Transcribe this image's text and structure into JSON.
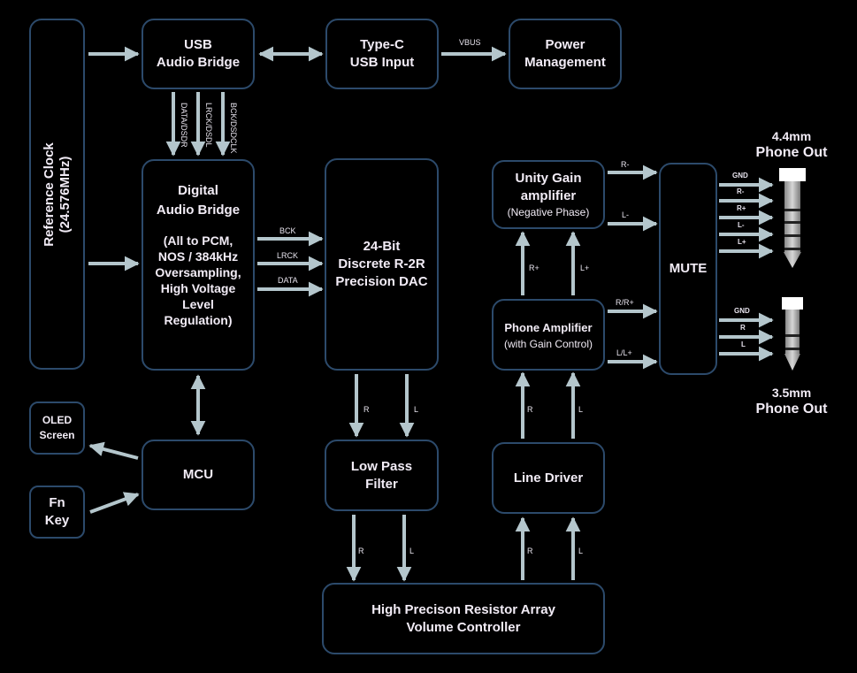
{
  "blocks": {
    "reference_clock": {
      "title": "Reference Clock",
      "sub": "(24.576MHz)"
    },
    "usb_audio_bridge": {
      "line1": "USB",
      "line2": "Audio Bridge"
    },
    "type_c": {
      "line1": "Type-C",
      "line2": "USB Input"
    },
    "power_mgmt": {
      "line1": "Power",
      "line2": "Management"
    },
    "digital_audio_bridge": {
      "line1": "Digital",
      "line2": "Audio Bridge",
      "note": [
        "(All to PCM,",
        "NOS / 384kHz",
        "Oversampling,",
        "High Voltage",
        "Level",
        "Regulation)"
      ]
    },
    "dac": {
      "line1": "24-Bit",
      "line2": "Discrete R-2R",
      "line3": "Precision DAC"
    },
    "unity_gain": {
      "line1": "Unity Gain",
      "line2": "amplifier",
      "sub": "(Negative Phase)"
    },
    "phone_amp": {
      "line1": "Phone Amplifier",
      "sub": "(with Gain Control)"
    },
    "mute": {
      "label": "MUTE"
    },
    "oled": {
      "line1": "OLED",
      "line2": "Screen"
    },
    "fn_key": {
      "line1": "Fn",
      "line2": "Key"
    },
    "mcu": {
      "label": "MCU"
    },
    "lpf": {
      "line1": "Low Pass",
      "line2": "Filter"
    },
    "line_driver": {
      "label": "Line Driver"
    },
    "volume": {
      "line1": "High Precison Resistor Array",
      "line2": "Volume Controller"
    }
  },
  "signals": {
    "usb_to_dab": [
      "DATA/DSDR",
      "LRCK/DSDL",
      "BCK/DSDCLK"
    ],
    "vbus": "VBUS",
    "dab_to_dac": [
      "BCK",
      "LRCK",
      "DATA"
    ],
    "dac_to_lpf": [
      "R",
      "L"
    ],
    "lpf_to_vol": [
      "R",
      "L"
    ],
    "vol_to_ld": [
      "R",
      "L"
    ],
    "ld_to_amp": [
      "R",
      "L"
    ],
    "amp_to_unity": [
      "R+",
      "L+"
    ],
    "unity_to_mute": [
      "R-",
      "L-"
    ],
    "amp_to_mute": [
      "R/R+",
      "L/L+"
    ],
    "jack44_pins": [
      "GND",
      "R-",
      "R+",
      "L-",
      "L+"
    ],
    "jack35_pins": [
      "GND",
      "R",
      "L"
    ]
  },
  "jacks": {
    "j44": {
      "size": "4.4mm",
      "label": "Phone Out"
    },
    "j35": {
      "size": "3.5mm",
      "label": "Phone Out"
    }
  },
  "colors": {
    "border": "#2c4a6b",
    "arrow": "#b4c6cc",
    "background": "#000000",
    "text": "#f2ecf6"
  }
}
